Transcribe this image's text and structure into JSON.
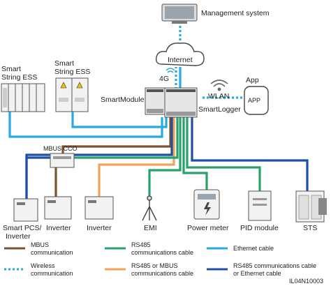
{
  "nodes": {
    "management_system": "Management system",
    "internet": "Internet",
    "net_4g": "4G",
    "wlan": "WLAN",
    "app_title": "App",
    "app_icon_text": "APP",
    "smartmodule": "SmartModule",
    "smartlogger": "SmartLogger",
    "smart_string_ess_1": [
      "Smart",
      "String ESS"
    ],
    "smart_string_ess_2": [
      "Smart",
      "String ESS"
    ],
    "mbus_cco": "MBUS CCO",
    "smart_pcs": [
      "Smart PCS/",
      "Inverter"
    ],
    "inverter_1": "Inverter",
    "inverter_2": "Inverter",
    "emi": "EMI",
    "power_meter": "Power meter",
    "pid_module": "PID module",
    "sts": "STS"
  },
  "legend": [
    {
      "text": [
        "MBUS",
        "communication"
      ],
      "color": "#7b5230",
      "style": "solid"
    },
    {
      "text": [
        "RS485",
        "communications cable"
      ],
      "color": "#2aa06a",
      "style": "solid"
    },
    {
      "text": [
        "Ethernet cable"
      ],
      "color": "#29a9df",
      "style": "solid"
    },
    {
      "text": [
        "Wireless",
        "communication"
      ],
      "color": "#29a9df",
      "style": "dotted"
    },
    {
      "text": [
        "RS485 or MBUS",
        "communications cable"
      ],
      "color": "#f0a35a",
      "style": "solid"
    },
    {
      "text": [
        "RS485 communications cable",
        "or Ethernet cable"
      ],
      "color": "#1f4fa3",
      "style": "solid"
    }
  ],
  "figure_code": "IL04N10003",
  "colors": {
    "mbus": "#7b5230",
    "rs485": "#2aa06a",
    "ethernet": "#29a9df",
    "rs485_or_mbus": "#f0a35a",
    "rs485_or_ethernet": "#1f4fa3",
    "device_stroke": "#555555",
    "device_fill": "#f2f2f2"
  }
}
